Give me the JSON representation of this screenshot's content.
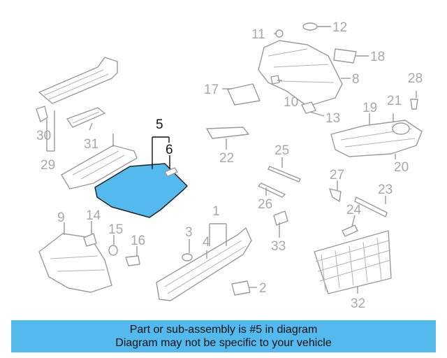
{
  "diagram": {
    "highlight_color": "#54b9ec",
    "highlighted_part": "5",
    "callouts": [
      "1",
      "2",
      "3",
      "4",
      "5",
      "6",
      "8",
      "9",
      "10",
      "11",
      "12",
      "13",
      "14",
      "15",
      "16",
      "17",
      "18",
      "19",
      "20",
      "21",
      "22",
      "23",
      "24",
      "25",
      "26",
      "27",
      "28",
      "29",
      "30",
      "31",
      "32",
      "33"
    ]
  },
  "banner": {
    "color": "#54b9ec",
    "line1": "Part or sub-assembly is #5 in diagram",
    "line2": "Diagram may not be specific to your vehicle"
  }
}
